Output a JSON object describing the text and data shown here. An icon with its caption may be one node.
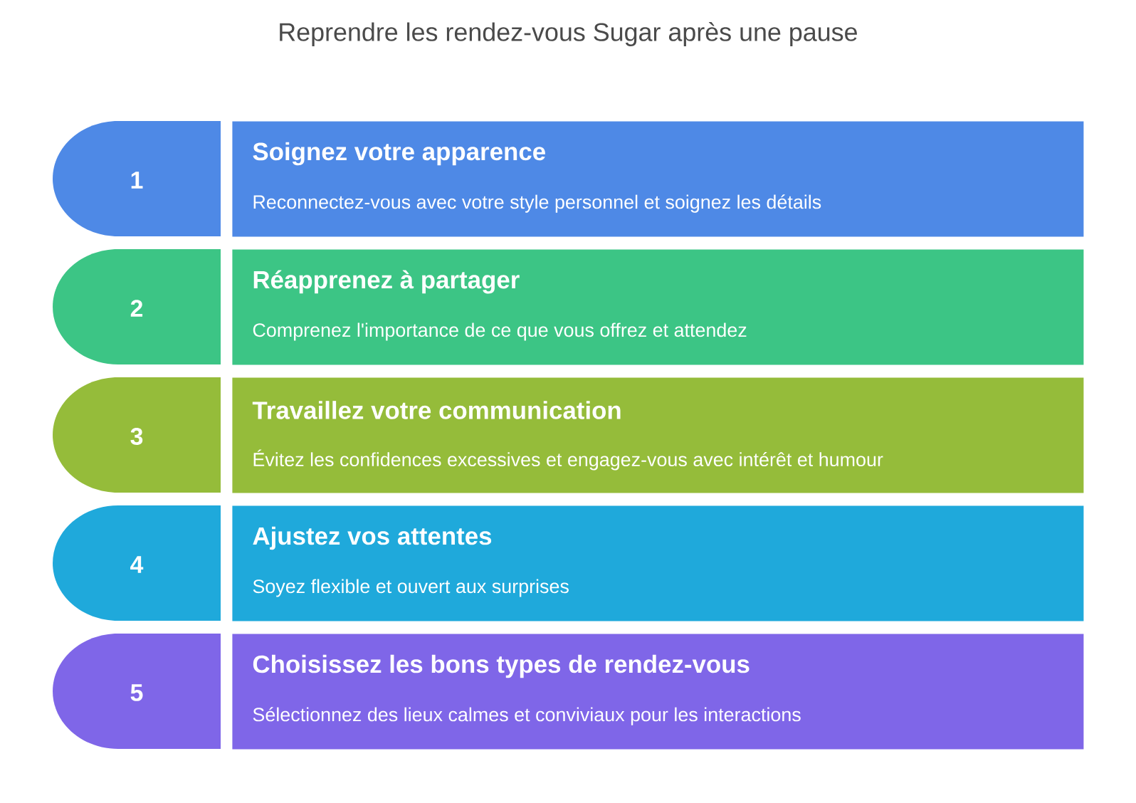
{
  "diagram": {
    "title": "Reprendre les rendez-vous Sugar après une pause",
    "nodes": [
      {
        "text": [
          "1"
        ]
      },
      {
        "text": [
          "Soignez votre apparence",
          "Reconnectez-vous avec votre style personnel et soignez les détails"
        ]
      },
      {
        "text": [
          "2"
        ]
      },
      {
        "text": [
          "Réapprenez à partager",
          "Comprenez l'importance de ce que vous offrez et attendez"
        ]
      },
      {
        "text": [
          "3"
        ]
      },
      {
        "text": [
          "Travaillez votre communication",
          "Évitez les confidences excessives et engagez-vous avec intérêt et humour"
        ]
      },
      {
        "text": [
          "4"
        ]
      },
      {
        "text": [
          "Ajustez vos attentes",
          "Soyez flexible et ouvert aux surprises"
        ]
      },
      {
        "text": [
          "5"
        ]
      },
      {
        "text": [
          "Choisissez les bons types de rendez-vous",
          "Sélectionnez des lieux calmes et conviviaux pour les interactions"
        ]
      }
    ]
  }
}
